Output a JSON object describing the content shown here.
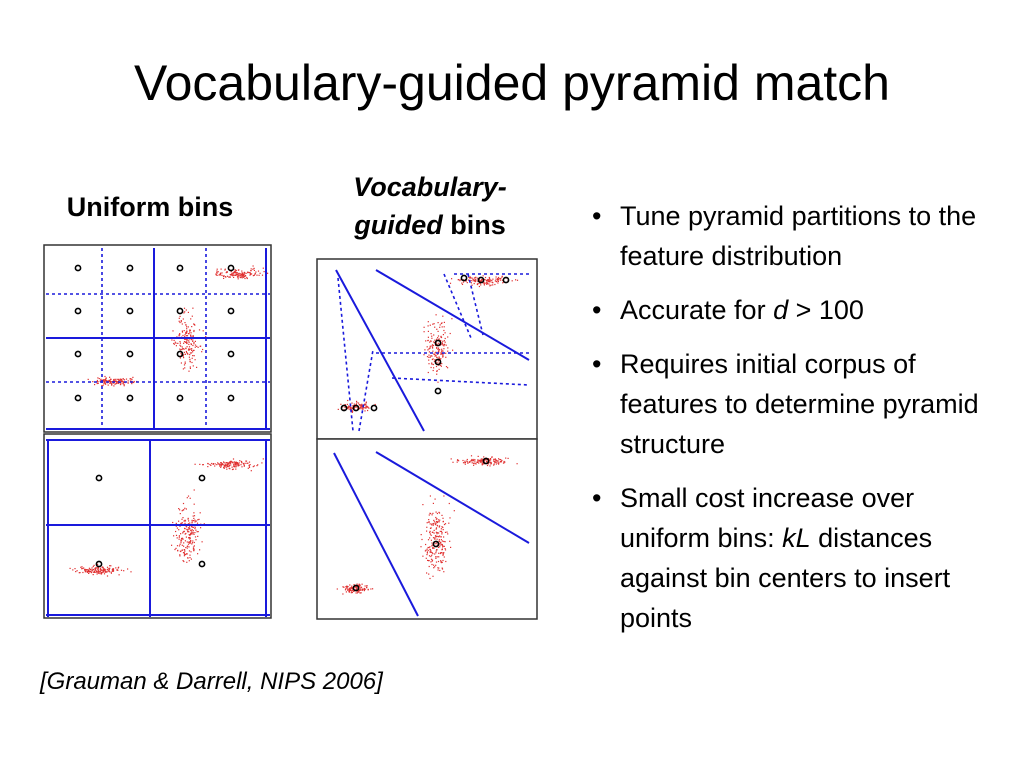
{
  "slide": {
    "title": "Vocabulary-guided pyramid match",
    "uniform_label": "Uniform bins",
    "vocab_label_italic": "Vocabulary-guided",
    "vocab_label_rest": "bins",
    "citation": "[Grauman & Darrell, NIPS 2006]",
    "bullets": [
      {
        "parts": [
          {
            "t": "Tune pyramid partitions to the feature distribution",
            "i": false
          }
        ]
      },
      {
        "parts": [
          {
            "t": "Accurate for ",
            "i": false
          },
          {
            "t": "d",
            "i": true
          },
          {
            "t": " > 100",
            "i": false
          }
        ]
      },
      {
        "parts": [
          {
            "t": "Requires initial corpus of features to determine pyramid structure",
            "i": false
          }
        ]
      },
      {
        "parts": [
          {
            "t": "Small cost increase over uniform bins: ",
            "i": false
          },
          {
            "t": "kL",
            "i": true
          },
          {
            "t": " distances against bin centers to insert points",
            "i": false
          }
        ]
      }
    ]
  },
  "colors": {
    "grid_line": "#1a1adc",
    "scatter": "#e03030",
    "center": "#000000"
  }
}
